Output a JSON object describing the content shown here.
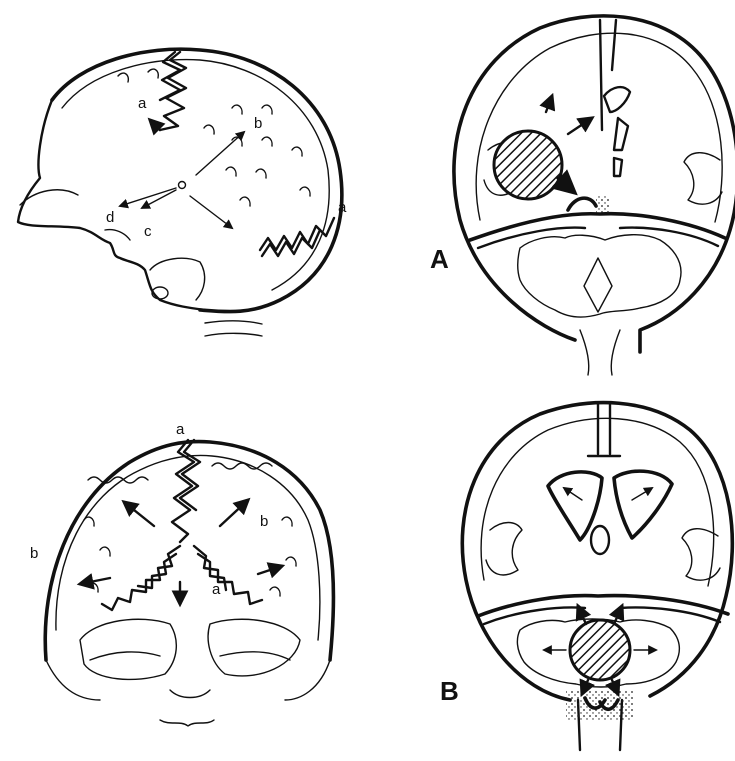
{
  "labels": {
    "lateral": {
      "a_top": "a",
      "a_right": "a",
      "b": "b",
      "c": "c",
      "d": "d"
    },
    "frontal": {
      "a_top": "a",
      "a_bottom": "a",
      "b_left": "b",
      "b_right": "b"
    },
    "panel_a": "A",
    "panel_b": "B"
  },
  "icons": {
    "arrow": "arrow-icon",
    "suture": "zigzag-suture",
    "lesion": "hatched-mass"
  }
}
